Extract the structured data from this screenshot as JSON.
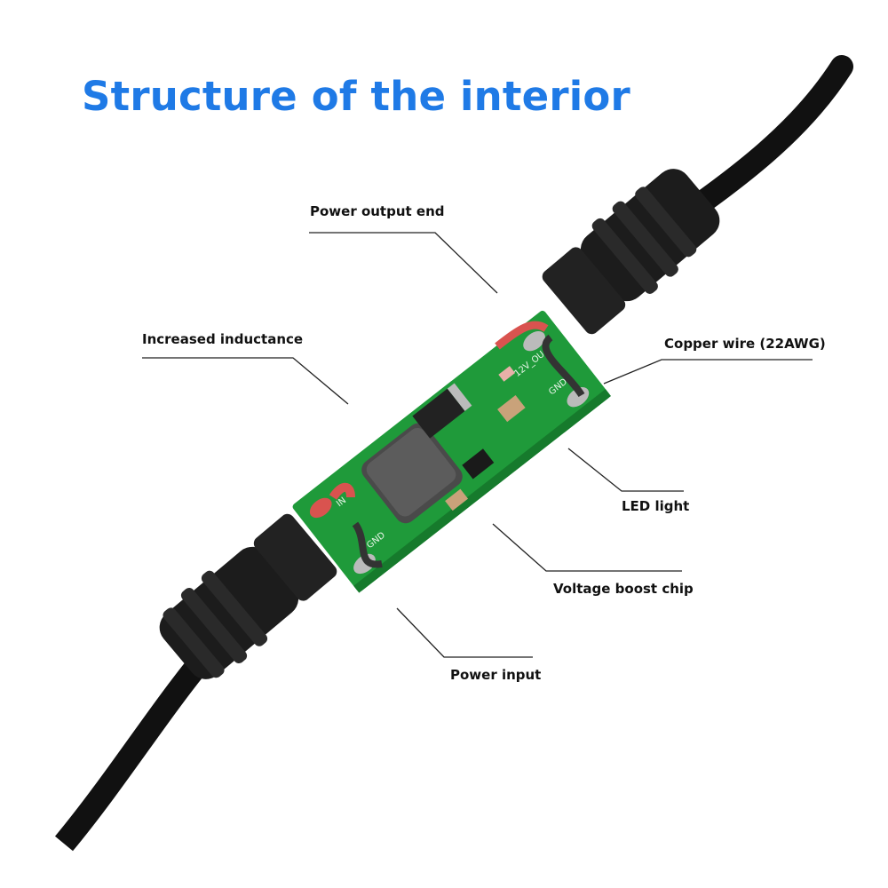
{
  "title": "Structure of the interior",
  "callouts": {
    "power_output_end": "Power output end",
    "increased_inductance": "Increased inductance",
    "copper_wire": "Copper wire (22AWG)",
    "led_light": "LED light",
    "voltage_boost_chip": "Voltage boost chip",
    "power_input": "Power input"
  },
  "pcb_silkscreen": {
    "output": "12V_OU",
    "gnd_out": "GND",
    "input": "IN",
    "gnd_in": "GND"
  },
  "colors": {
    "title": "#1f7ae6",
    "pcb": "#1f9a3a",
    "cable": "#111111"
  }
}
